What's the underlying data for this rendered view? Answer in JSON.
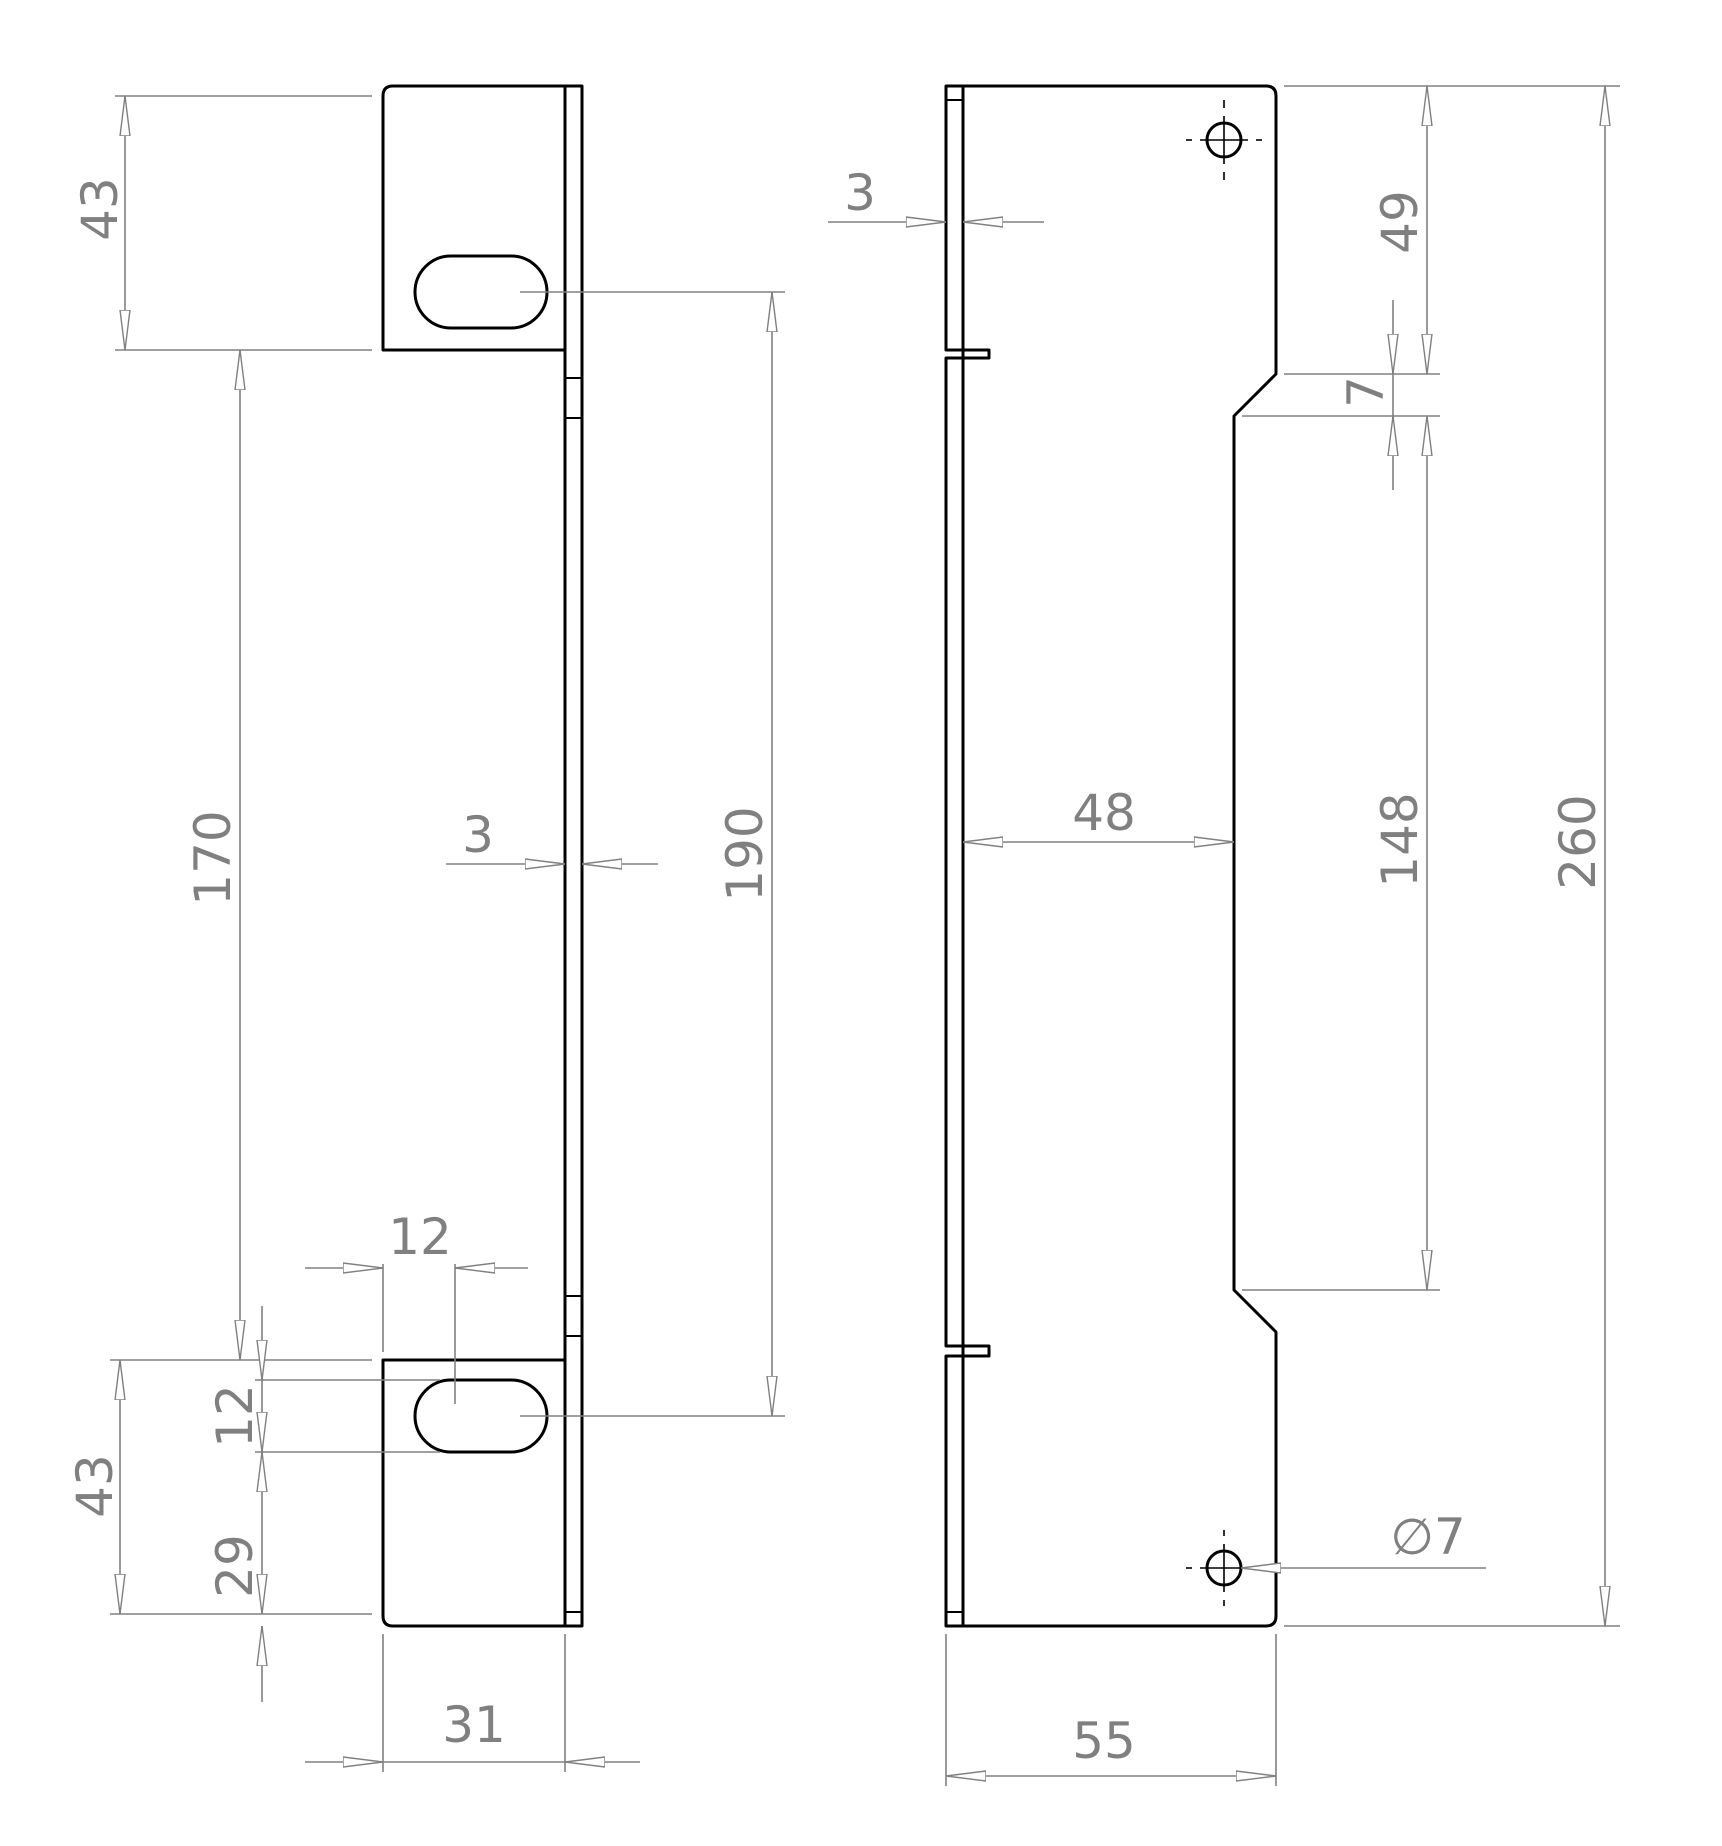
{
  "colors": {
    "outline": "#000000",
    "dimension": "#808080",
    "background": "#ffffff"
  },
  "side_view": {
    "dim_top_flange_height": "43",
    "dim_slot_spacing_inner": "170",
    "dim_plate_thickness": "3",
    "dim_slot_spacing_outer": "190",
    "dim_slot_length": "12",
    "dim_slot_width": "12",
    "dim_bottom_flange_height": "43",
    "dim_slot_offset_bottom": "29",
    "dim_flange_width": "31"
  },
  "front_view": {
    "dim_plate_thickness": "3",
    "dim_hole_offset_top": "49",
    "dim_chamfer": "7",
    "dim_narrow_width": "48",
    "dim_narrow_length": "148",
    "dim_total_length": "260",
    "dim_hole_diameter": "∅7",
    "dim_total_width": "55"
  }
}
